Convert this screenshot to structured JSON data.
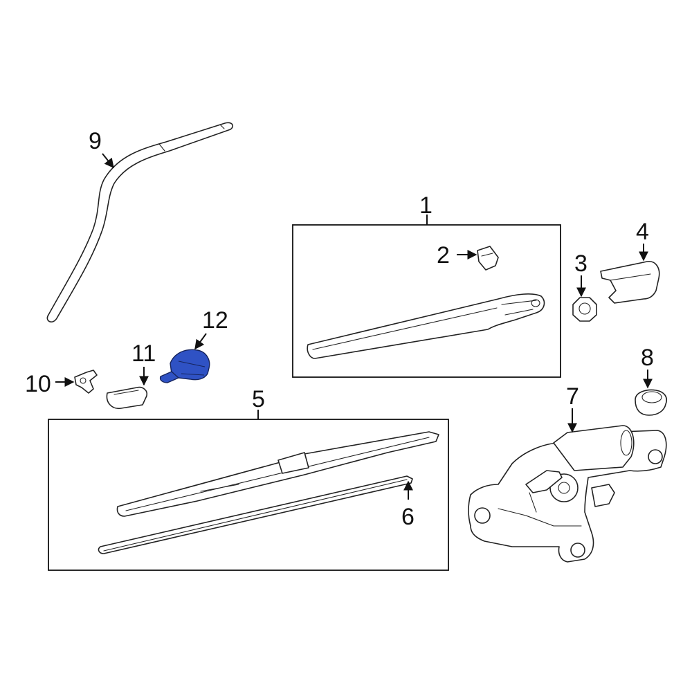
{
  "diagram": {
    "callouts": [
      {
        "id": "c1",
        "label": "1"
      },
      {
        "id": "c2",
        "label": "2"
      },
      {
        "id": "c3",
        "label": "3"
      },
      {
        "id": "c4",
        "label": "4"
      },
      {
        "id": "c5",
        "label": "5"
      },
      {
        "id": "c6",
        "label": "6"
      },
      {
        "id": "c7",
        "label": "7"
      },
      {
        "id": "c8",
        "label": "8"
      },
      {
        "id": "c9",
        "label": "9"
      },
      {
        "id": "c10",
        "label": "10"
      },
      {
        "id": "c11",
        "label": "11"
      },
      {
        "id": "c12",
        "label": "12"
      }
    ],
    "highlight_part": "12",
    "colors": {
      "highlight": "#2f52c4",
      "line": "#111111",
      "background": "#ffffff"
    }
  }
}
